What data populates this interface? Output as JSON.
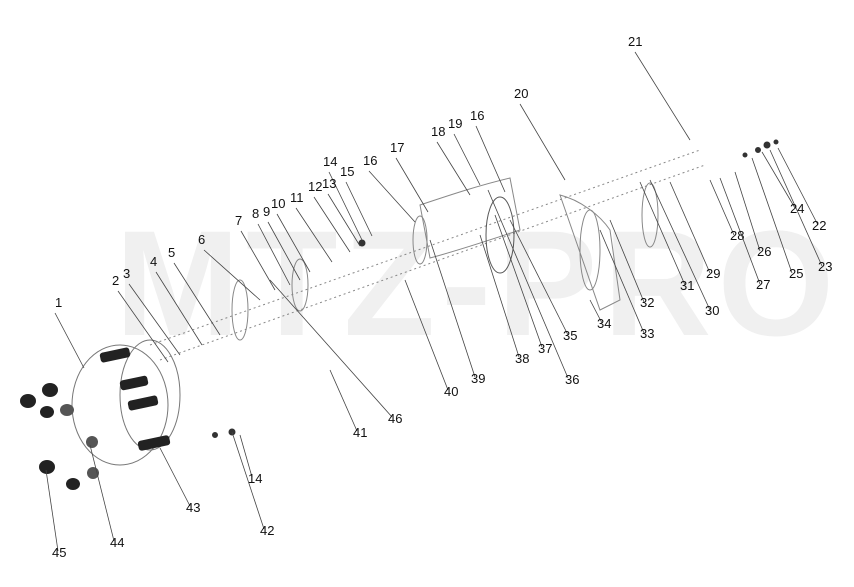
{
  "watermark": {
    "text": "MTZ-PRO"
  },
  "callouts": [
    "1",
    "2",
    "3",
    "4",
    "5",
    "6",
    "7",
    "8",
    "9",
    "10",
    "11",
    "12",
    "13",
    "14",
    "15",
    "16",
    "17",
    "18",
    "19",
    "16",
    "20",
    "21",
    "22",
    "23",
    "24",
    "25",
    "26",
    "27",
    "28",
    "29",
    "30",
    "31",
    "32",
    "33",
    "34",
    "35",
    "36",
    "37",
    "38",
    "39",
    "40",
    "41",
    "46",
    "14",
    "42",
    "43",
    "44",
    "45"
  ],
  "colors": {
    "line": "#444444",
    "part": "#222222",
    "watermark": "#f0f0f0"
  }
}
